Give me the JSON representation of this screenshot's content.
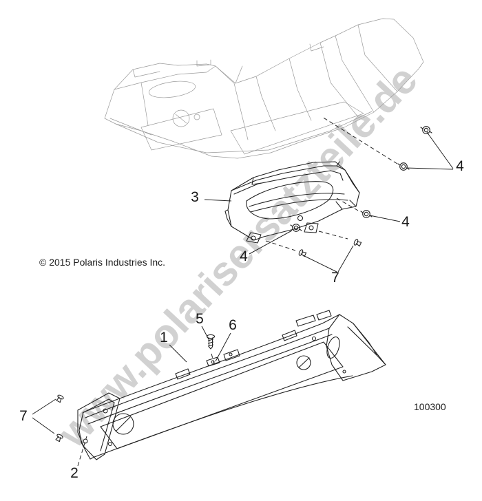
{
  "figure": {
    "copyright": "© 2015 Polaris Industries Inc.",
    "drawing_number": "100300",
    "watermark": "www.polarisersatzteile.de"
  },
  "callouts": [
    {
      "id": "3",
      "label": "3"
    },
    {
      "id": "4a",
      "label": "4"
    },
    {
      "id": "4b",
      "label": "4"
    },
    {
      "id": "4c",
      "label": "4"
    },
    {
      "id": "7a",
      "label": "7"
    },
    {
      "id": "5",
      "label": "5"
    },
    {
      "id": "6",
      "label": "6"
    },
    {
      "id": "1",
      "label": "1"
    },
    {
      "id": "7b",
      "label": "7"
    },
    {
      "id": "2",
      "label": "2"
    }
  ],
  "colors": {
    "line_dark": "#222222",
    "line_light": "#9a9a9a",
    "watermark": "#c9c9c9",
    "text": "#1a1a1a"
  }
}
